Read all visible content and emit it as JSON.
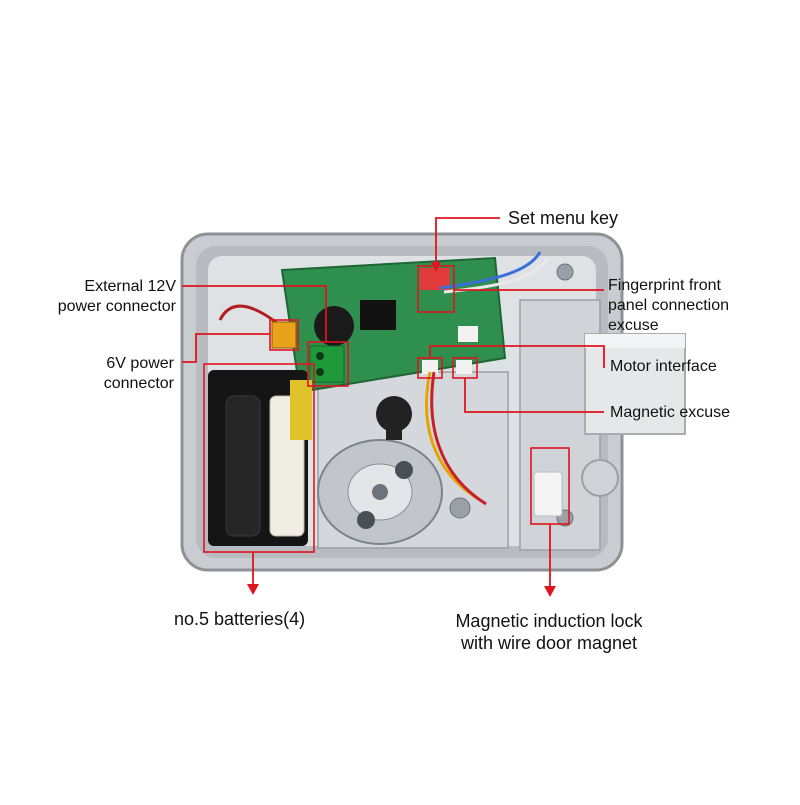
{
  "colors": {
    "annotation": "#e0141e",
    "housing": "#c9ccd0",
    "housing_dark": "#8e9297",
    "cavity": "#dfe2e5",
    "pcb": "#2f8f4e",
    "battery": "#151515",
    "terminal": "#1f9a3b",
    "bolt": "#e6e7e9"
  },
  "icons": {
    "motor": "dc-motor-icon",
    "board": "circuit-board-icon",
    "battery": "battery-pack-icon"
  },
  "labels": {
    "set_menu_key": "Set menu key",
    "external_power": [
      "External 12V",
      "power connector"
    ],
    "six_v_power": [
      "6V power",
      "connector"
    ],
    "fingerprint": [
      "Fingerprint front",
      "panel connection",
      "excuse"
    ],
    "motor_interface": "Motor interface",
    "magnetic_excuse": "Magnetic excuse",
    "batteries": "no.5 batteries(4)",
    "magnetic_lock": [
      "Magnetic induction lock",
      "with wire door magnet"
    ]
  }
}
